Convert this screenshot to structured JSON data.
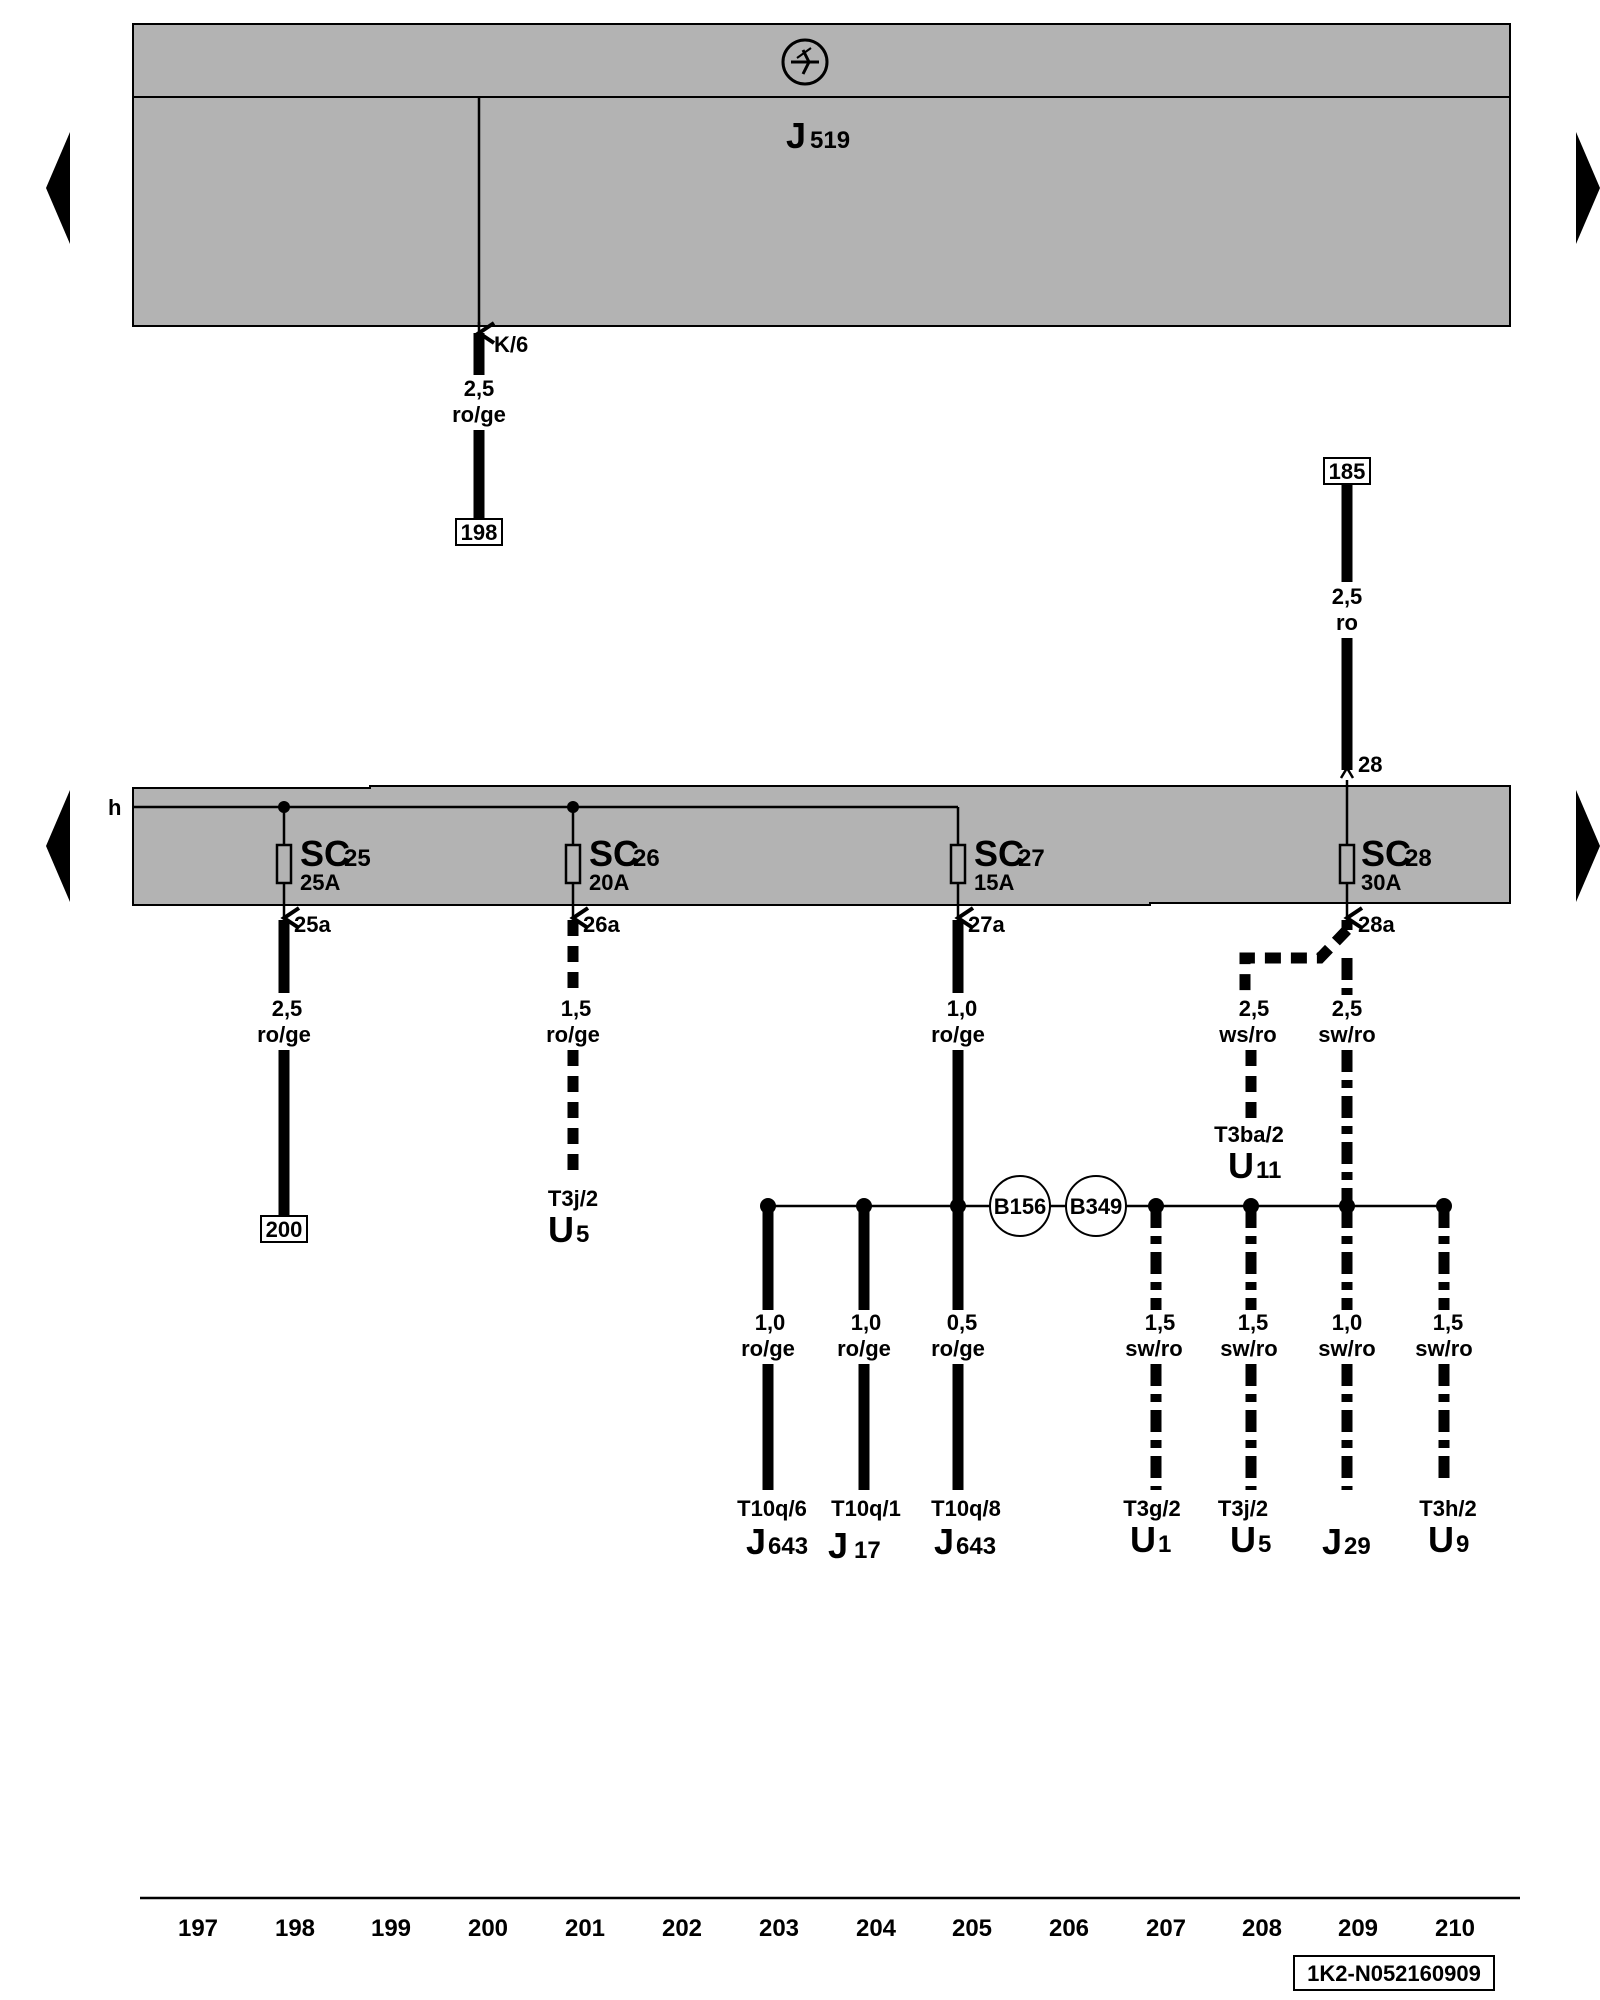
{
  "unit": {
    "name": "J",
    "sub": "519",
    "symbol": "electronics-symbol"
  },
  "nav": {
    "left": "arrow-left-icon",
    "right": "arrow-right-icon"
  },
  "top_wire": {
    "pin": "K/6",
    "size": "2,5",
    "color": "ro/ge",
    "ref": "198"
  },
  "feed_wire": {
    "ref": "185",
    "size": "2,5",
    "color": "ro",
    "pin": "28"
  },
  "rail_label": "h",
  "fuses": [
    {
      "name": "SC",
      "num": "25",
      "rating": "25A",
      "out": "25a"
    },
    {
      "name": "SC",
      "num": "26",
      "rating": "20A",
      "out": "26a"
    },
    {
      "name": "SC",
      "num": "27",
      "rating": "15A",
      "out": "27a"
    },
    {
      "name": "SC",
      "num": "28",
      "rating": "30A",
      "out": "28a"
    }
  ],
  "fuse_wires": [
    {
      "size": "2,5",
      "color": "ro/ge",
      "ref": "200"
    },
    {
      "size": "1,5",
      "color": "ro/ge",
      "conn": "T3j/2",
      "comp": "U",
      "comp_sub": "5"
    },
    {
      "size": "1,0",
      "color": "ro/ge"
    },
    {
      "size": "2,5",
      "color": "sw/ro"
    }
  ],
  "branch_u11": {
    "size": "2,5",
    "color": "ws/ro",
    "conn": "T3ba/2",
    "comp": "U",
    "comp_sub": "11"
  },
  "splices": [
    "B156",
    "B349"
  ],
  "bottom_wires": [
    {
      "size": "1,0",
      "color": "ro/ge",
      "conn": "T10q/6",
      "comp": "J",
      "comp_sub": "643"
    },
    {
      "size": "1,0",
      "color": "ro/ge",
      "conn": "T10q/1",
      "comp": "J",
      "comp_sub": "17"
    },
    {
      "size": "0,5",
      "color": "ro/ge",
      "conn": "T10q/8",
      "comp": "J",
      "comp_sub": "643"
    },
    {
      "size": "1,5",
      "color": "sw/ro",
      "conn": "T3g/2",
      "comp": "U",
      "comp_sub": "1"
    },
    {
      "size": "1,5",
      "color": "sw/ro",
      "conn": "T3j/2",
      "comp": "U",
      "comp_sub": "5"
    },
    {
      "size": "1,0",
      "color": "sw/ro",
      "conn": "",
      "comp": "J",
      "comp_sub": "29"
    },
    {
      "size": "1,5",
      "color": "sw/ro",
      "conn": "T3h/2",
      "comp": "U",
      "comp_sub": "9"
    }
  ],
  "columns": [
    "197",
    "198",
    "199",
    "200",
    "201",
    "202",
    "203",
    "204",
    "205",
    "206",
    "207",
    "208",
    "209",
    "210"
  ],
  "doc_id": "1K2-N052160909"
}
